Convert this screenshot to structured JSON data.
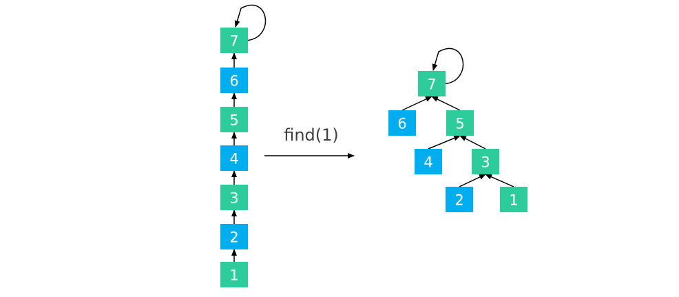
{
  "colors": {
    "green": "#2ecc9b",
    "blue": "#00aeef",
    "edge": "#000000",
    "text": "#404040"
  },
  "operation": {
    "label": "find(1)"
  },
  "before": {
    "nodes": [
      {
        "id": "7",
        "label": "7",
        "color": "green"
      },
      {
        "id": "6",
        "label": "6",
        "color": "blue"
      },
      {
        "id": "5",
        "label": "5",
        "color": "green"
      },
      {
        "id": "4",
        "label": "4",
        "color": "blue"
      },
      {
        "id": "3",
        "label": "3",
        "color": "green"
      },
      {
        "id": "2",
        "label": "2",
        "color": "blue"
      },
      {
        "id": "1",
        "label": "1",
        "color": "green"
      }
    ],
    "edges": [
      {
        "from": "1",
        "to": "2"
      },
      {
        "from": "2",
        "to": "3"
      },
      {
        "from": "3",
        "to": "4"
      },
      {
        "from": "4",
        "to": "5"
      },
      {
        "from": "5",
        "to": "6"
      },
      {
        "from": "6",
        "to": "7"
      }
    ],
    "root": "7"
  },
  "after": {
    "nodes": [
      {
        "id": "7",
        "label": "7",
        "color": "green"
      },
      {
        "id": "6",
        "label": "6",
        "color": "blue"
      },
      {
        "id": "5",
        "label": "5",
        "color": "green"
      },
      {
        "id": "4",
        "label": "4",
        "color": "blue"
      },
      {
        "id": "3",
        "label": "3",
        "color": "green"
      },
      {
        "id": "2",
        "label": "2",
        "color": "blue"
      },
      {
        "id": "1",
        "label": "1",
        "color": "green"
      }
    ],
    "edges": [
      {
        "from": "6",
        "to": "7"
      },
      {
        "from": "5",
        "to": "7"
      },
      {
        "from": "4",
        "to": "5"
      },
      {
        "from": "3",
        "to": "5"
      },
      {
        "from": "2",
        "to": "3"
      },
      {
        "from": "1",
        "to": "3"
      }
    ],
    "root": "7"
  }
}
